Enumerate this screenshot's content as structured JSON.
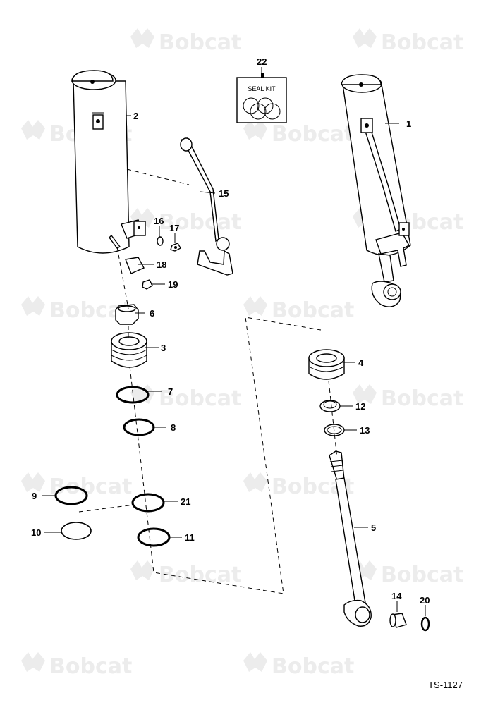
{
  "watermark": {
    "brand": "Bobcat"
  },
  "seal_kit": {
    "number": "22",
    "label": "SEAL KIT"
  },
  "callouts": [
    {
      "id": "c1",
      "num": "1"
    },
    {
      "id": "c2",
      "num": "2"
    },
    {
      "id": "c3",
      "num": "3"
    },
    {
      "id": "c4",
      "num": "4"
    },
    {
      "id": "c5",
      "num": "5"
    },
    {
      "id": "c6",
      "num": "6"
    },
    {
      "id": "c7",
      "num": "7"
    },
    {
      "id": "c8",
      "num": "8"
    },
    {
      "id": "c9",
      "num": "9"
    },
    {
      "id": "c10",
      "num": "10"
    },
    {
      "id": "c11",
      "num": "11"
    },
    {
      "id": "c12",
      "num": "12"
    },
    {
      "id": "c13",
      "num": "13"
    },
    {
      "id": "c14",
      "num": "14"
    },
    {
      "id": "c15",
      "num": "15"
    },
    {
      "id": "c16",
      "num": "16"
    },
    {
      "id": "c17",
      "num": "17"
    },
    {
      "id": "c18",
      "num": "18"
    },
    {
      "id": "c19",
      "num": "19"
    },
    {
      "id": "c20",
      "num": "20"
    },
    {
      "id": "c21",
      "num": "21"
    }
  ],
  "figure_id": "TS-1127",
  "colors": {
    "line": "#000000",
    "watermark": "#ececec",
    "background": "#ffffff"
  }
}
